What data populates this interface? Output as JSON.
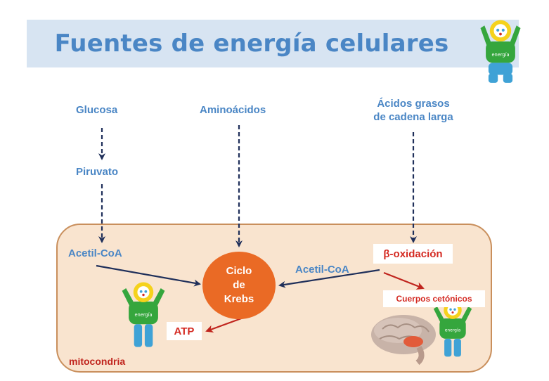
{
  "title": "Fuentes de energía celulares",
  "mascot_text": "energía",
  "sources": {
    "glucosa": "Glucosa",
    "aminoacidos": "Aminoácidos",
    "acidos_grasos": "Ácidos grasos\nde cadena larga"
  },
  "intermediates": {
    "piruvato": "Piruvato",
    "acetil_coa_left": "Acetil-CoA",
    "acetil_coa_right": "Acetil-CoA"
  },
  "krebs": "Ciclo\nde\nKrebs",
  "red_labels": {
    "beta_oxidacion": "β-oxidación",
    "cuerpos_cetonicos": "Cuerpos cetónicos",
    "atp": "ATP",
    "mitocondria": "mitocondria"
  },
  "colors": {
    "title": "#4a86c5",
    "title_band": "#d7e4f2",
    "label_blue": "#4a86c5",
    "arrow_navy": "#1f2f5a",
    "arrow_red": "#c0241d",
    "krebs_orange": "#ea6a25",
    "mito_fill": "#f9e4cf",
    "mascot_green": "#35a63d",
    "mascot_blue": "#3fa2d6",
    "mascot_yellow": "#f5d21c"
  }
}
